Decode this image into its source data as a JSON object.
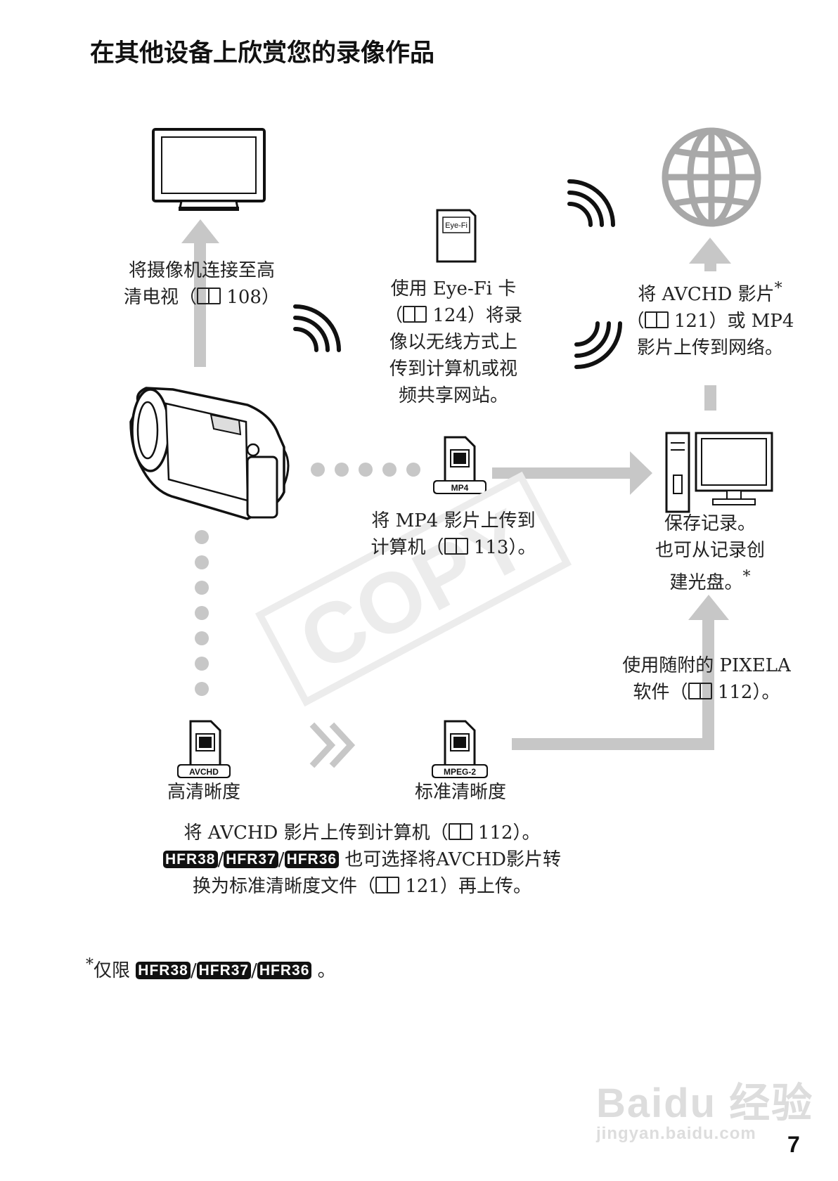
{
  "page": {
    "title": "在其他设备上欣赏您的录像作品",
    "page_number": "7",
    "copy_stamp": "COPY",
    "watermark": {
      "brand": "Baidu 经验",
      "url": "jingyan.baidu.com"
    }
  },
  "labels": {
    "tv": {
      "line1": "将摄像机连接至高",
      "line2_pre": "清电视（",
      "line2_ref": "108）"
    },
    "eyefi": {
      "card_label": "Eye-Fi",
      "line1": "使用 Eye-Fi 卡",
      "line2_pre": "（",
      "line2_ref": "124）将录",
      "line3": "像以无线方式上",
      "line4": "传到计算机或视",
      "line5": "频共享网站。"
    },
    "web": {
      "line1": "将 AVCHD 影片",
      "line1_star": "*",
      "line2_pre": "（",
      "line2_ref": "121）或 MP4",
      "line3": "影片上传到网络。"
    },
    "mp4": {
      "card_label": "MP4",
      "line1": "将 MP4 影片上传到",
      "line2_pre": "计算机（",
      "line2_ref": "113）。"
    },
    "pc": {
      "line1": "保存记录。",
      "line2": "也可从记录创",
      "line3": "建光盘。",
      "line3_star": "*"
    },
    "pixela": {
      "line1": "使用随附的 PIXELA",
      "line2_pre": "软件（",
      "line2_ref": "112）。"
    },
    "avchd": {
      "card_label": "AVCHD",
      "caption": "高清晰度"
    },
    "mpeg2": {
      "card_label": "MPEG-2",
      "caption": "标准清晰度"
    },
    "bottom": {
      "line1_pre": "将 AVCHD 影片上传到计算机（",
      "line1_ref": "112）。",
      "line2_text": "也可选择将AVCHD影片转",
      "line3_pre": "换为标准清晰度文件（",
      "line3_ref": "121）再上传。"
    },
    "models": [
      "HFR38",
      "HFR37",
      "HFR36"
    ],
    "separator": "/",
    "footnote": {
      "star": "*",
      "text": "仅限",
      "end": "。"
    }
  },
  "colors": {
    "arrow": "#c7c7c7",
    "text": "#222222",
    "icon": "#111111"
  }
}
